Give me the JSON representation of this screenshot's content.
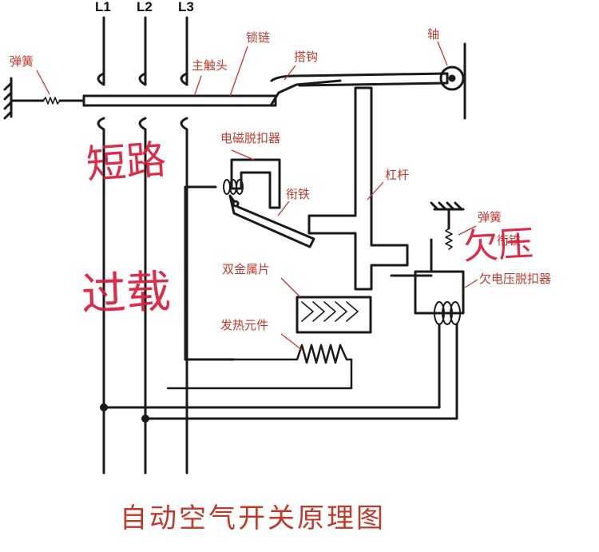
{
  "diagram": {
    "phases": [
      "L1",
      "L2",
      "L3"
    ],
    "labels": {
      "spring_left": "弹簧",
      "main_contact": "主触头",
      "lock_chain": "锁链",
      "hook": "搭钩",
      "shaft": "轴",
      "electromagnetic_release": "电磁脱扣器",
      "armature_top": "衔铁",
      "lever": "杠杆",
      "spring_right": "弹簧",
      "armature_right": "衔铁",
      "undervoltage_release": "欠电压脱扣器",
      "bimetal": "双金属片",
      "heating_element": "发热元件"
    },
    "handwriting": {
      "short_circuit": "短路",
      "overload": "过载",
      "undervoltage": "欠压"
    },
    "title": "自动空气开关原理图",
    "colors": {
      "line": "#1a1a1a",
      "label": "#c0392b",
      "handwriting": "#d81b3a"
    }
  }
}
